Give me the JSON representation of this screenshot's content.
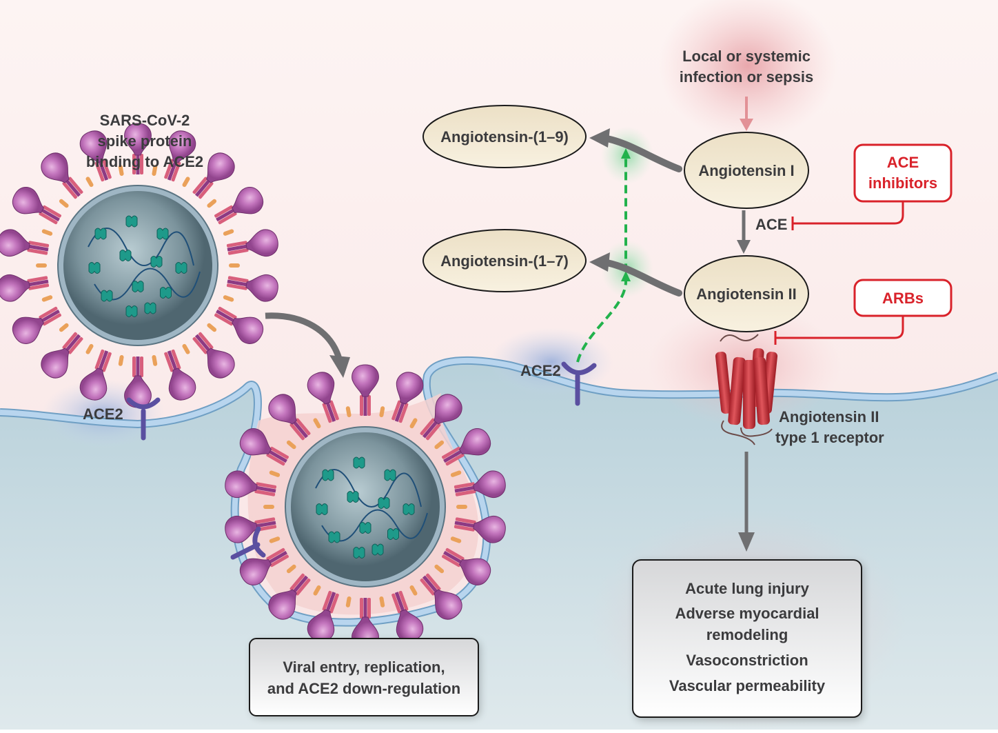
{
  "labels": {
    "virus_title": [
      "SARS-CoV-2",
      "spike protein",
      "binding to ACE2"
    ],
    "infection": [
      "Local or systemic",
      "infection or sepsis"
    ],
    "ace2_left": "ACE2",
    "ace2_right": "ACE2",
    "ace": "ACE",
    "at1_receptor": [
      "Angiotensin II",
      "type 1 receptor"
    ]
  },
  "nodes": {
    "ang_1_9": "Angiotensin-(1–9)",
    "ang_1_7": "Angiotensin-(1–7)",
    "ang_i": "Angiotensin I",
    "ang_ii": "Angiotensin II"
  },
  "drugs": {
    "ace_inhibitors": [
      "ACE",
      "inhibitors"
    ],
    "arbs": "ARBs"
  },
  "boxes": {
    "viral_entry": [
      "Viral entry, replication,",
      "and ACE2 down-regulation"
    ],
    "effects": [
      "Acute lung injury",
      "Adverse myocardial",
      "remodeling",
      "Vasoconstriction",
      "Vascular permeability"
    ]
  },
  "colors": {
    "extracellular": "#fbeeee",
    "intracellular": "#b9d3dc",
    "membrane": "#a9c9e6",
    "spike": "#b05aa8",
    "ace2": "#5a4fa0",
    "receptor": "#c8323a",
    "drug_red": "#d9222a",
    "green_path": "#22b24c",
    "node_fill": "#f1e6cf",
    "arrow_gray": "#6f6f71"
  }
}
